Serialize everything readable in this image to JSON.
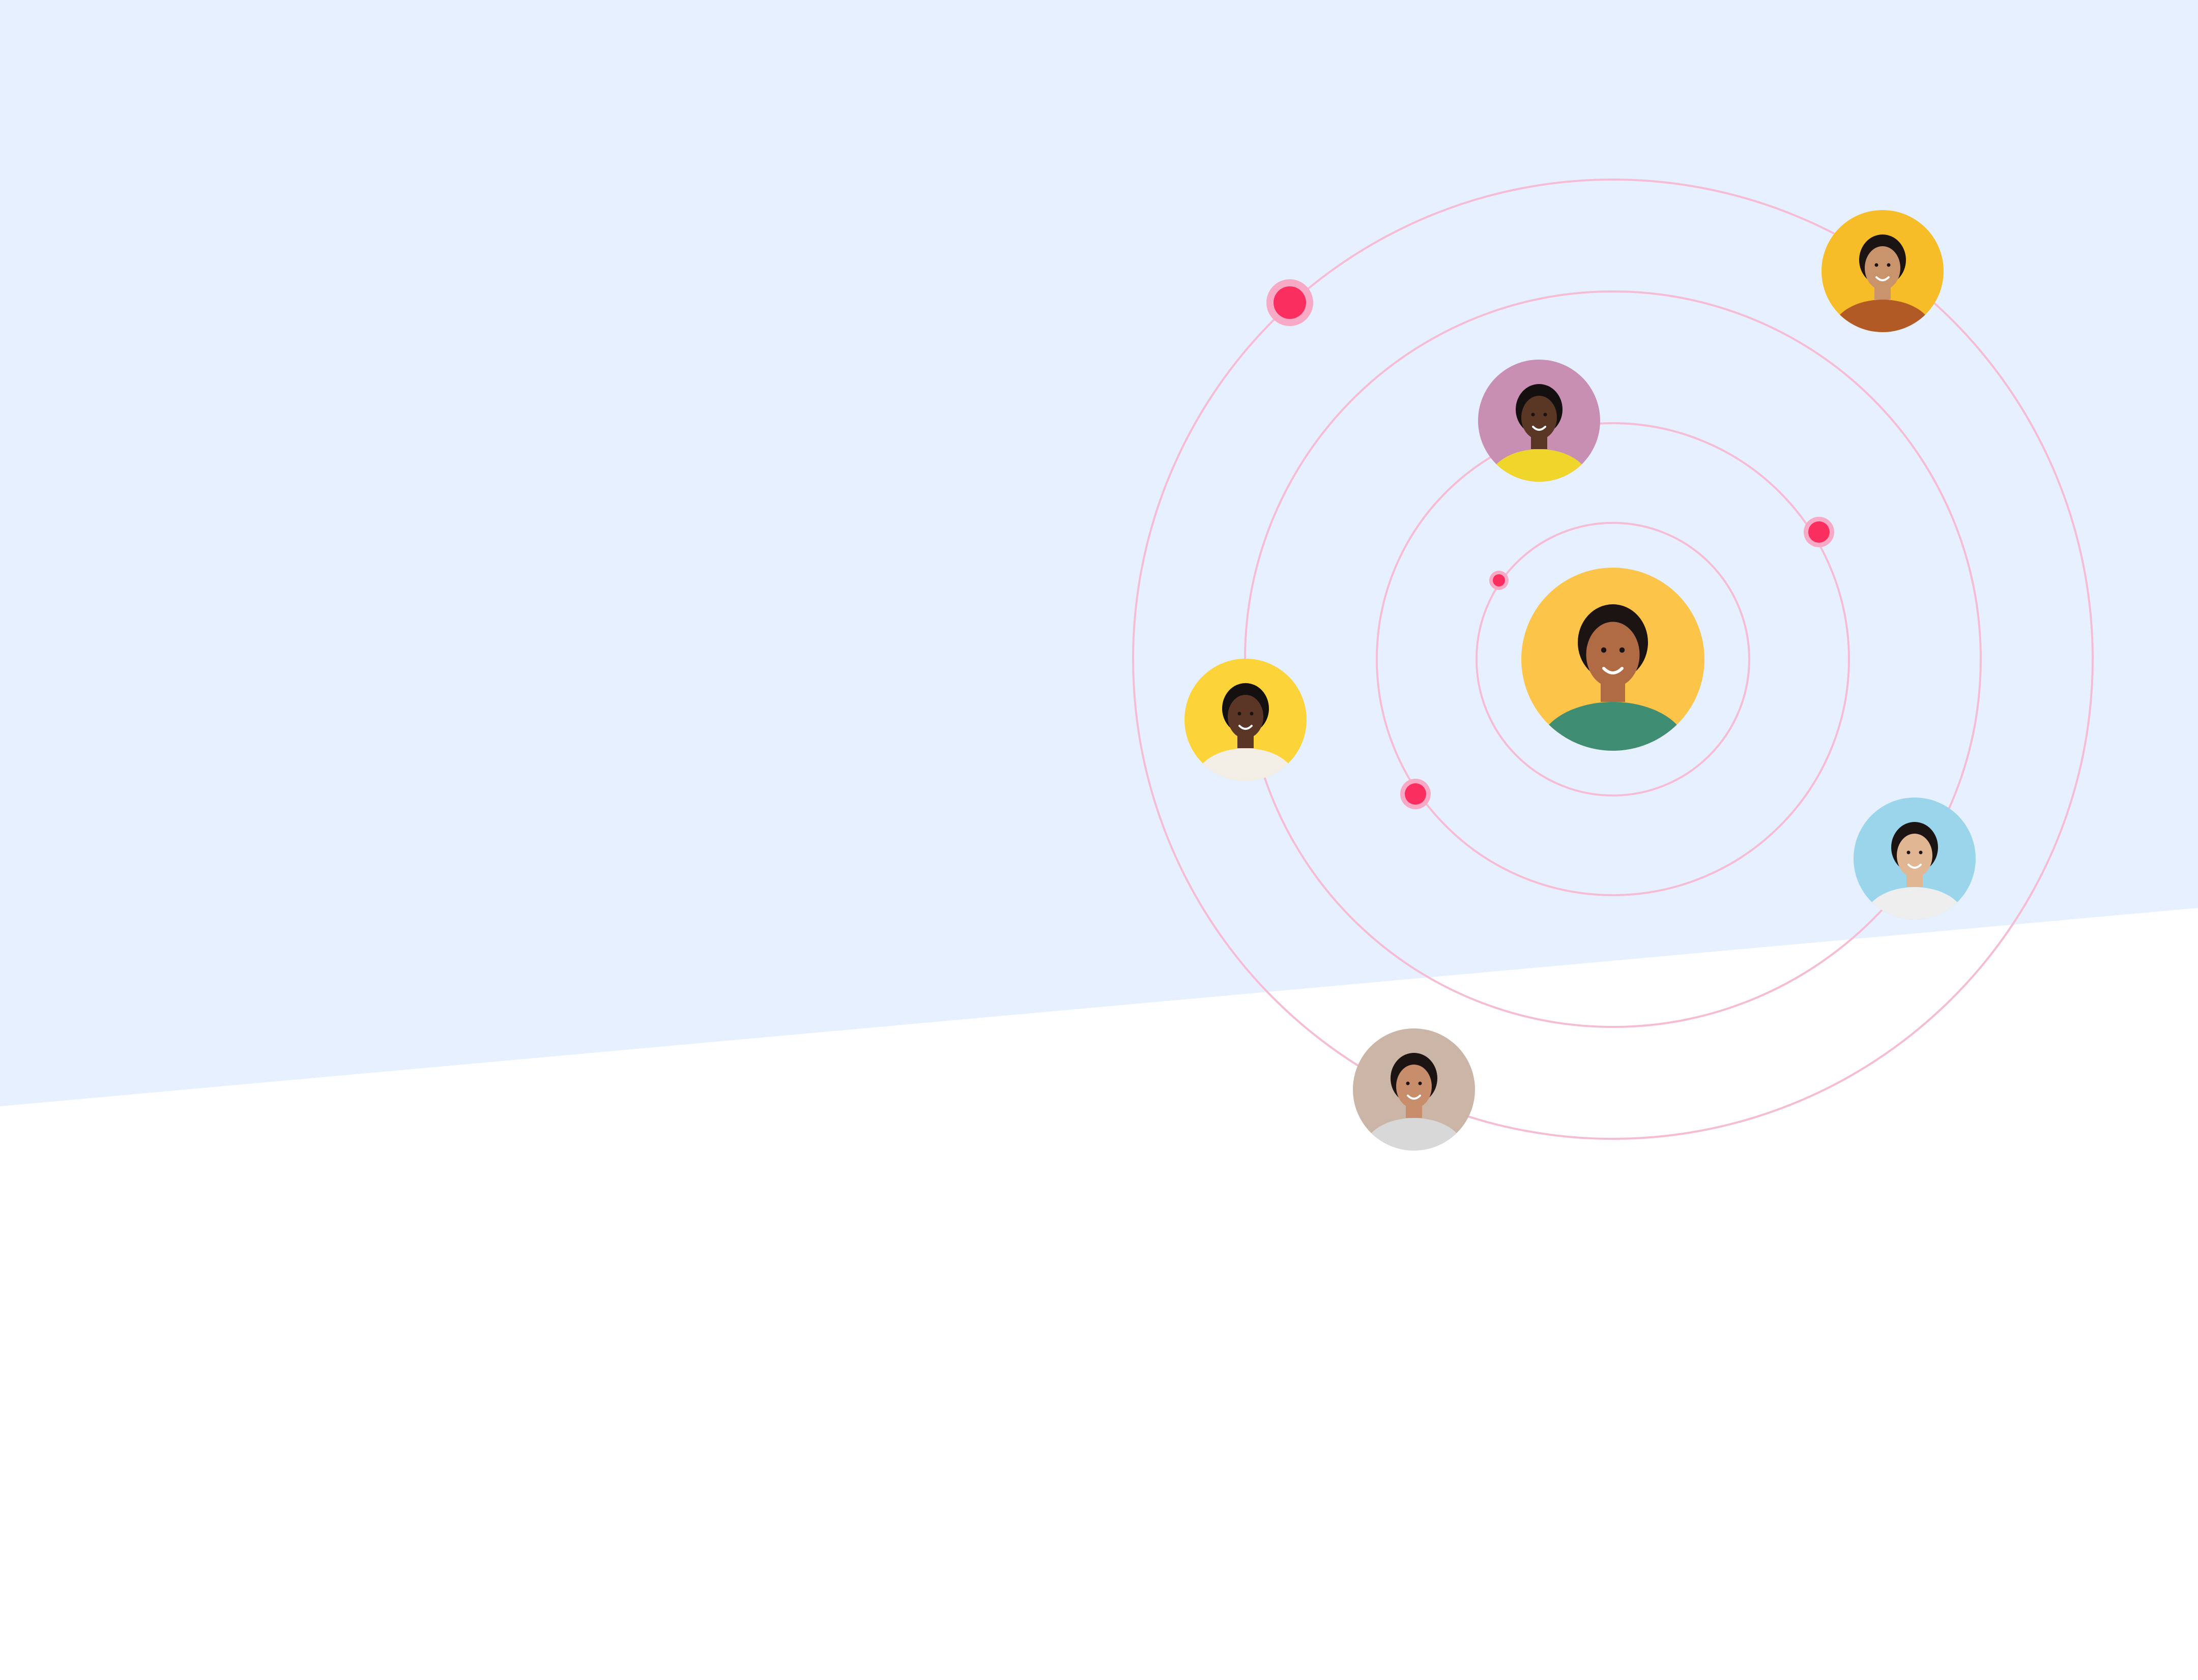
{
  "theme": {
    "band_color": "#e6f0fe",
    "background_color": "#ffffff",
    "orbit_color": "#f6bcd4",
    "dot_color": "#fa2e5f",
    "dot_halo_color": "#f7a9c5"
  },
  "avatars": [
    {
      "name": "center-person",
      "icon": "avatar-young-man-curly-hair",
      "bg": "#fcc54a",
      "skin": "#b06b45",
      "hair": "#1c1412",
      "shirt": "#3f8d73"
    },
    {
      "name": "top-right-person",
      "icon": "avatar-woman-long-dark-hair",
      "bg": "#f7bd29",
      "skin": "#c9936c",
      "hair": "#1c1412",
      "shirt": "#b25a25"
    },
    {
      "name": "upper-middle-person",
      "icon": "avatar-woman-bubblegum",
      "bg": "#c88fb3",
      "skin": "#5a3625",
      "hair": "#141010",
      "shirt": "#f0d52a"
    },
    {
      "name": "left-person",
      "icon": "avatar-woman-laughing",
      "bg": "#fcd43a",
      "skin": "#5b3627",
      "hair": "#141010",
      "shirt": "#f3eee6"
    },
    {
      "name": "right-person",
      "icon": "avatar-man-thinking",
      "bg": "#9ad5ec",
      "skin": "#e0b693",
      "hair": "#1c1412",
      "shirt": "#eeeeee"
    },
    {
      "name": "bottom-person",
      "icon": "avatar-man-beard",
      "bg": "#cbb5a6",
      "skin": "#c88d6a",
      "hair": "#1c1412",
      "shirt": "#d8d8d8"
    }
  ]
}
